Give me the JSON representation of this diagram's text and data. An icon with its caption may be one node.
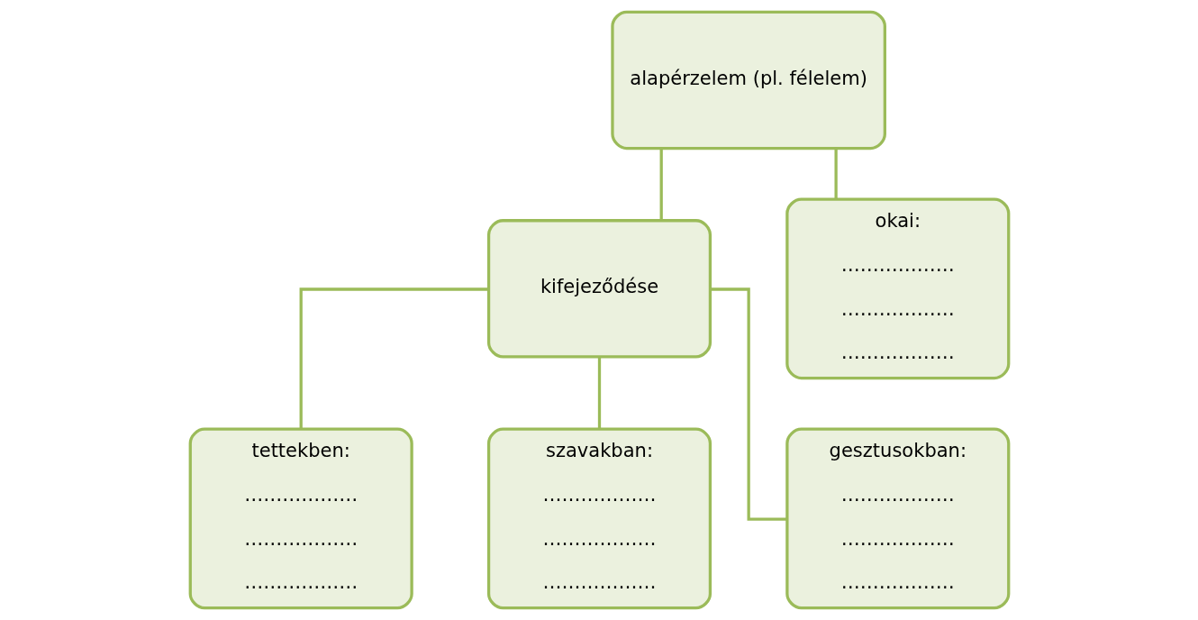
{
  "diagram": {
    "nodes": [
      {
        "text": [
          "alapérzelem (pl. félelem)"
        ]
      },
      {
        "text": [
          "kifejeződése"
        ]
      },
      {
        "text": [
          "okai:",
          "………………",
          "………………",
          "………………"
        ]
      },
      {
        "text": [
          "tettekben:",
          "………………",
          "………………",
          "………………"
        ]
      },
      {
        "text": [
          "szavakban:",
          "………………",
          "………………",
          "………………"
        ]
      },
      {
        "text": [
          "gesztusokban:",
          "………………",
          "………………",
          "………………"
        ]
      }
    ],
    "edges": [
      {
        "from": 0,
        "to": 1,
        "arrow": "none"
      },
      {
        "from": 0,
        "to": 2,
        "arrow": "none"
      },
      {
        "from": 1,
        "to": 3,
        "arrow": "none"
      },
      {
        "from": 1,
        "to": 4,
        "arrow": "none"
      },
      {
        "from": 1,
        "to": 5,
        "arrow": "none"
      }
    ]
  }
}
